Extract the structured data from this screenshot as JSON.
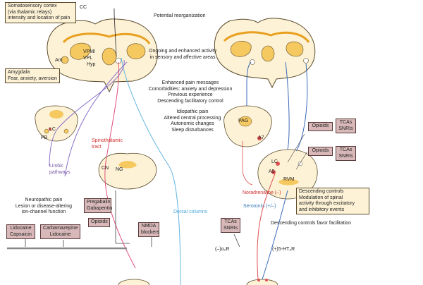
{
  "labels": {
    "cc": "CC",
    "somato_box": [
      "Somatosensory cortex",
      "(via thalamic relays)",
      "intensity and location of pain"
    ],
    "potential": "Potential reorganization",
    "vpm": [
      "VPM/",
      "VPL"
    ],
    "hyp": "Hyp",
    "ant": "Ant",
    "ongoing": [
      "Ongoing and enhanced activity",
      "in sensory and affective areas"
    ],
    "amygdala_box": [
      "Amygdala",
      "Fear, anxiety, aversion"
    ],
    "enhanced": [
      "Enhanced pain messages",
      "Comorbidities: anxiety and depression",
      "Previous experience",
      "Descending facilitatory control"
    ],
    "idiopathic": [
      "Idiopathic pain",
      "Altered central processing",
      "Autonomic changes",
      "Sleep disturbances"
    ],
    "lc_left": "LC",
    "pb": "PB",
    "pag": "PAG",
    "a7": "A7",
    "spinothalamic": [
      "Spinothalamic",
      "tract"
    ],
    "limbic": [
      "Limbic",
      "pathways"
    ],
    "cn": "CN",
    "ng": "NG",
    "lc_right": "LC",
    "a5": "A5",
    "rvm": "RVM",
    "noradrenaline": "Noradrenaline (–)",
    "serotonin": "Serotonin (+/–)",
    "descending_box": [
      "Descending controls",
      "Modulation of spinal",
      "activity through excitatory",
      "and inhibitory events"
    ],
    "favor": "Descending controls favor facilitation",
    "dorsal_columns": "Dorsal columns",
    "neuropathic": [
      "Neuropathic pain",
      "Lesion or disease-altering",
      "ion-channel function"
    ],
    "alpha2r": "(–)α₂R",
    "ht3r": "(+)5-HT₃R"
  },
  "drugs": {
    "opioids_pag": "Opioids",
    "tcas_pag": [
      "TCAs",
      "SNRIs"
    ],
    "opioids_lc": "Opioids",
    "tcas_lc": [
      "TCAs",
      "SNRIs"
    ],
    "pregabalin": [
      "Pregabalin",
      "Gabapentin"
    ],
    "opioids_spinal": "Opioids",
    "nmda": [
      "NMDA",
      "blockers"
    ],
    "lidocaine": [
      "Lidocaine",
      "Capsaicin"
    ],
    "carbamazepine": [
      "Carbamazepine",
      "Lidocaine"
    ],
    "tcas_spinal": [
      "TCAs",
      "SNRIs"
    ]
  },
  "colors": {
    "red_pathway": "#e0507a",
    "blue_pathway": "#3a6ab8",
    "purple_pathway": "#8a70c8",
    "cyan_pathway": "#6ab8e0",
    "brain_fill": "#fdf2d6",
    "brain_inner": "#f5c860",
    "drug_fill": "#d8b8b8"
  }
}
